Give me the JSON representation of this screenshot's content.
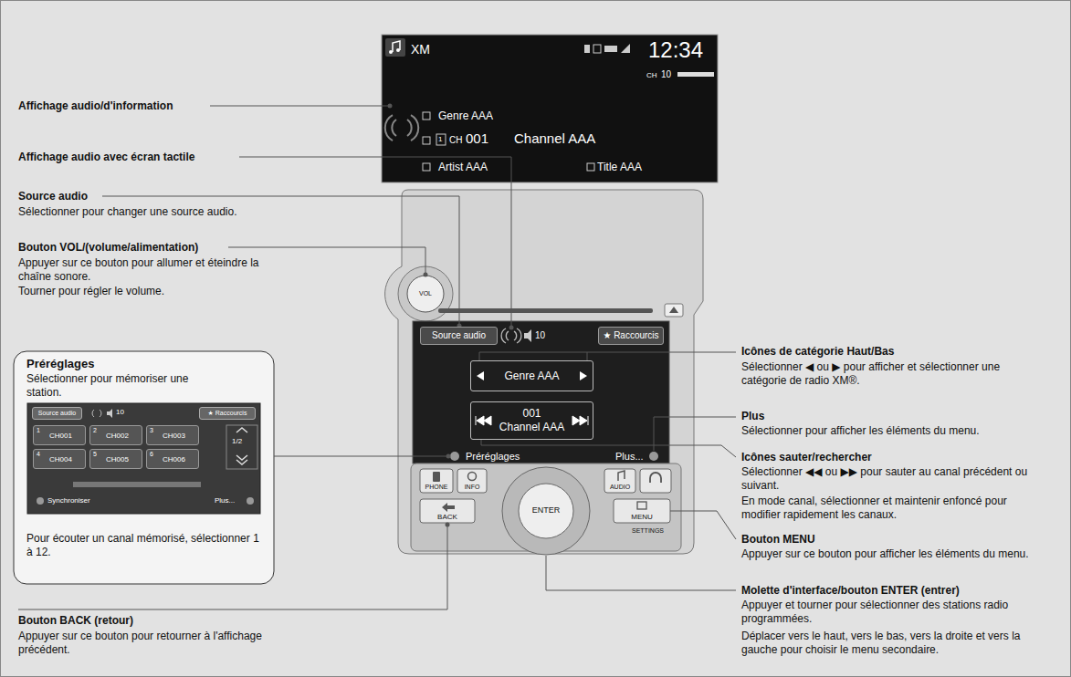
{
  "diagram": {
    "nodes": [
      {
        "text": [
          "XM",
          "12:34",
          "CH",
          "10",
          "Genre AAA",
          "1",
          "CH",
          "001",
          "Channel AAA",
          "Artist AAA",
          "Title AAA"
        ]
      },
      {
        "text": [
          "10",
          "Préréglages",
          "Plus..."
        ]
      },
      {
        "text": [
          "Source audio"
        ],
        "in": 1
      },
      {
        "text": [
          "★ Raccourcis"
        ],
        "in": 1
      },
      {
        "text": [
          "Genre AAA"
        ],
        "in": 1
      },
      {
        "text": [
          "001",
          "Channel AAA"
        ],
        "in": 1
      },
      {
        "text": [
          "Préréglages",
          "Sélectionner pour mémoriser une station.",
          "Pour écouter un canal mémorisé, sélectionner 1 à 12."
        ]
      },
      {
        "text": [
          "10",
          "1/2",
          "Synchroniser",
          "Plus..."
        ],
        "in": 6
      },
      {
        "text": [
          "Source audio"
        ],
        "in": 7
      },
      {
        "text": [
          "★ Raccourcis"
        ],
        "in": 7
      },
      {
        "text": [
          "1",
          "CH001"
        ],
        "in": 7
      },
      {
        "text": [
          "2",
          "CH002"
        ],
        "in": 7
      },
      {
        "text": [
          "3",
          "CH003"
        ],
        "in": 7
      },
      {
        "text": [
          "4",
          "CH004"
        ],
        "in": 7
      },
      {
        "text": [
          "5",
          "CH005"
        ],
        "in": 7
      },
      {
        "text": [
          "6",
          "CH006"
        ],
        "in": 7
      },
      {
        "text": [
          "VOL"
        ]
      },
      {
        "text": [
          "PHONE"
        ]
      },
      {
        "text": [
          "INFO"
        ]
      },
      {
        "text": [
          "AUDIO"
        ]
      },
      {
        "text": [
          "BACK"
        ]
      },
      {
        "text": [
          "ENTER"
        ]
      },
      {
        "text": [
          "MENU"
        ]
      }
    ],
    "labels": [
      "Affichage audio/d'information",
      "Affichage audio avec écran tactile",
      "Source audio",
      "Sélectionner pour changer une source audio.",
      "Bouton VOL/(volume/alimentation)",
      "Appuyer sur ce bouton pour allumer et éteindre la chaîne sonore.",
      "Tourner pour régler le volume.",
      "Bouton BACK (retour)",
      "Appuyer sur ce bouton pour retourner à l'affichage précédent.",
      "Icônes de catégorie Haut/Bas",
      "Sélectionner ◀ ou ▶ pour afficher et sélectionner une catégorie de radio XM®.",
      "Plus",
      "Sélectionner pour afficher les éléments du menu.",
      "Icônes sauter/rechercher",
      "Sélectionner ◀◀ ou ▶▶ pour sauter au canal précédent ou suivant.",
      "En mode canal, sélectionner et maintenir enfoncé pour modifier rapidement les canaux.",
      "Bouton MENU",
      "Appuyer sur ce bouton pour afficher les éléments du menu.",
      "Molette d'interface/bouton ENTER (entrer)",
      "Appuyer et tourner pour sélectionner des stations radio programmées.",
      "Déplacer vers le haut, vers le bas, vers la droite et vers la gauche pour choisir le menu secondaire.",
      "SETTINGS"
    ]
  }
}
